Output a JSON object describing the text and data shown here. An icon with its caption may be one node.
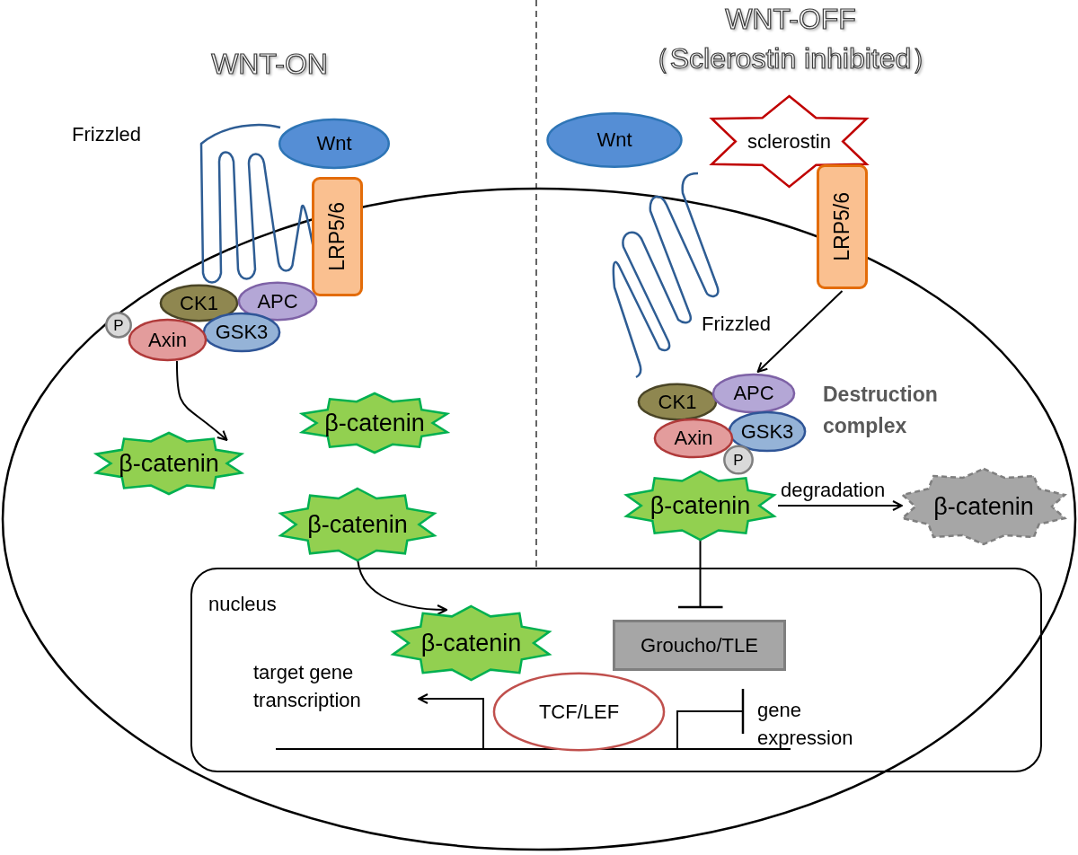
{
  "diagram": {
    "nodes": [
      {
        "text": [
          "Wnt"
        ]
      },
      {
        "text": [
          "LRP5/6"
        ]
      },
      {
        "text": [
          "CK1"
        ]
      },
      {
        "text": [
          "APC"
        ]
      },
      {
        "text": [
          "GSK3"
        ]
      },
      {
        "text": [
          "Axin"
        ]
      },
      {
        "text": [
          "P"
        ]
      },
      {
        "text": [
          "β-catenin"
        ]
      },
      {
        "text": [
          "β-catenin"
        ]
      },
      {
        "text": [
          "β-catenin"
        ]
      },
      {
        "text": [
          "nucleus"
        ]
      },
      {
        "text": [
          "β-catenin"
        ],
        "in": 10
      },
      {
        "text": [
          "TCF/LEF"
        ],
        "in": 10
      },
      {
        "text": [
          "Groucho/TLE"
        ],
        "in": 10
      },
      {
        "text": [
          "target gene transcription"
        ],
        "in": 10
      },
      {
        "text": [
          "gene expression"
        ],
        "in": 10
      },
      {
        "text": [
          "Wnt"
        ]
      },
      {
        "text": [
          "sclerostin"
        ]
      },
      {
        "text": [
          "LRP5/6"
        ]
      },
      {
        "text": [
          "CK1"
        ]
      },
      {
        "text": [
          "APC"
        ]
      },
      {
        "text": [
          "GSK3"
        ]
      },
      {
        "text": [
          "Axin"
        ]
      },
      {
        "text": [
          "P"
        ]
      },
      {
        "text": [
          "β-catenin"
        ]
      },
      {
        "text": [
          "β-catenin"
        ]
      }
    ],
    "edges": [
      {
        "from": 5,
        "to": 7,
        "arrow": "to"
      },
      {
        "from": 9,
        "to": 11,
        "arrow": "to"
      },
      {
        "from": 18,
        "to": 20,
        "arrow": "to"
      },
      {
        "from": 24,
        "to": 25,
        "arrow": "to",
        "label": "degradation"
      },
      {
        "from": 24,
        "to": 13,
        "arrow": "other"
      },
      {
        "from": null,
        "to": 14,
        "arrow": "to"
      },
      {
        "from": null,
        "to": 15,
        "arrow": "other"
      }
    ],
    "labels": [
      "WNT-ON",
      "WNT-OFF",
      "（Sclerostin inhibited）",
      "Frizzled",
      "Frizzled",
      "Destruction complex"
    ]
  }
}
